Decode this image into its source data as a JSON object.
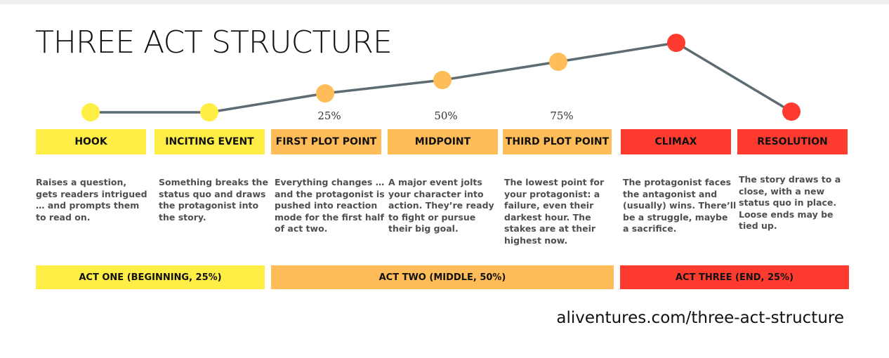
{
  "title": "THREE ACT STRUCTURE",
  "colors": {
    "line": "#5d6b73",
    "yellow": "#ffee45",
    "orange": "#ffbd59",
    "red": "#ff3b30"
  },
  "points": [
    {
      "color": "yellow"
    },
    {
      "color": "yellow"
    },
    {
      "color": "orange",
      "percent": "25%"
    },
    {
      "color": "orange",
      "percent": "50%"
    },
    {
      "color": "orange",
      "percent": "75%"
    },
    {
      "color": "red"
    },
    {
      "color": "red"
    }
  ],
  "stages": [
    {
      "label": "HOOK",
      "color": "yellow",
      "description": "Raises a question, gets readers intrigued … and prompts them to read on."
    },
    {
      "label": "INCITING EVENT",
      "color": "yellow",
      "description": "Something breaks the status quo and draws the protagonist into the story."
    },
    {
      "label": "FIRST PLOT POINT",
      "color": "orange",
      "description": "Everything changes … and the protagonist is pushed into reaction mode for the first half of act two."
    },
    {
      "label": "MIDPOINT",
      "color": "orange",
      "description": "A major event jolts your character into action. They’re ready to fight or pursue their big goal."
    },
    {
      "label": "THIRD PLOT POINT",
      "color": "orange",
      "description": "The lowest point for your protagonist: a failure, even their darkest hour. The stakes are at their highest now."
    },
    {
      "label": "CLIMAX",
      "color": "red",
      "description": "The protagonist faces the antagonist and (usually) wins. There’ll be a struggle, maybe a sacrifice."
    },
    {
      "label": "RESOLUTION",
      "color": "red",
      "description": "The story draws to a close, with a new status quo in place. Loose ends may be tied up."
    }
  ],
  "acts": [
    {
      "label": "ACT ONE (BEGINNING, 25%)",
      "color": "yellow"
    },
    {
      "label": "ACT TWO (MIDDLE, 50%)",
      "color": "orange"
    },
    {
      "label": "ACT THREE (END, 25%)",
      "color": "red"
    }
  ],
  "footer_url": "aliventures.com/three-act-structure"
}
